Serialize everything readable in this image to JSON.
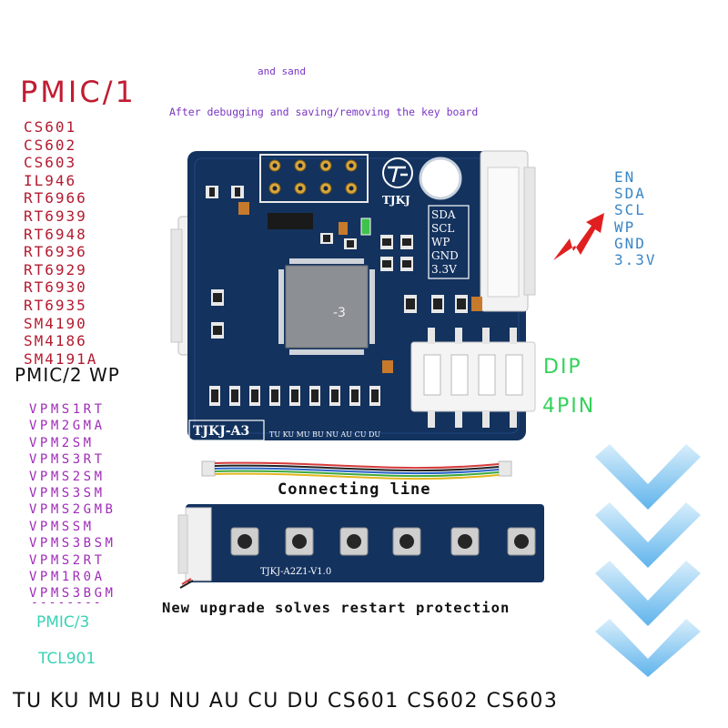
{
  "texts": {
    "and_sand": "and sand",
    "after_debugging": "After debugging and saving/removing the key board",
    "pmic1_title": "PMIC/1",
    "pmic2_title": "PMIC/2 WP",
    "dashes": "--------",
    "pmic3_title": "PMIC/3",
    "tcl901": "TCL901",
    "dip": "DIP",
    "four_pin": "4PIN",
    "connecting_line": "Connecting line",
    "upgrade_note": "New upgrade solves restart protection",
    "bottom_line": "TU KU MU BU NU AU CU DU CS601 CS602 CS603"
  },
  "pmic1_items": [
    "CS601",
    "CS602",
    "CS603",
    "IL946",
    "RT6966",
    "RT6939",
    "RT6948",
    "RT6936",
    "RT6929",
    "RT6930",
    "RT6935",
    "SM4190",
    "SM4186",
    "SM4191A"
  ],
  "pmic2_items": [
    "VPMS1RT",
    "VPM2GMA",
    "VPM2SM",
    "VPMS3RT",
    "VPMS2SM",
    "VPMS3SM",
    "VPMS2GMB",
    "VPMSSM",
    "VPMS3BSM",
    "VPMS2RT",
    "VPM1R0A",
    "VPMS3BGM"
  ],
  "pin_labels": [
    "EN",
    "SDA",
    "SCL",
    "WP",
    "GND",
    "3.3V"
  ],
  "board": {
    "logo_text": "TJKJ",
    "model_label": "TJKJ-A3",
    "chip_mark": "-3",
    "silk_pins": [
      "SDA",
      "SCL",
      "WP",
      "GND",
      "3.3V"
    ],
    "bottom_codes": "TU KU MU BU NU AU CU DU",
    "key_board_label": "TJKJ-A2Z1-V1.0"
  },
  "colors": {
    "pcb_blue": "#13325e",
    "pmic1_red": "#c01d32",
    "pmic2_purple": "#a02cb8",
    "pin_blue": "#3a86c6",
    "green": "#33d25a",
    "teal": "#38d2b6",
    "chevron_blue": "#64b8ee",
    "arrow_red": "#e02020"
  }
}
